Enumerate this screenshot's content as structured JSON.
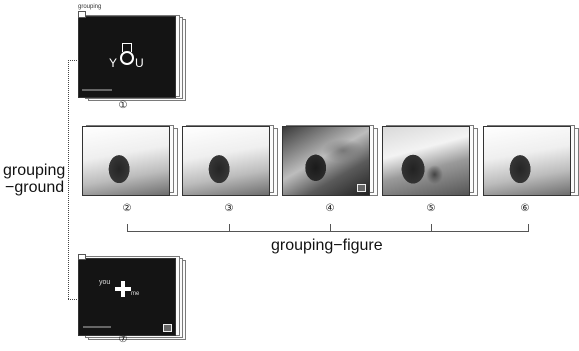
{
  "diagram": {
    "tab_label": "grouping",
    "card1": {
      "number": "①",
      "icon_text_left": "Y",
      "icon_text_right": "U"
    },
    "cards_figure": [
      {
        "number": "②"
      },
      {
        "number": "③"
      },
      {
        "number": "④"
      },
      {
        "number": "⑤"
      },
      {
        "number": "⑥"
      }
    ],
    "card7": {
      "number": "⑦",
      "text_you": "you",
      "text_me": "me"
    },
    "label_ground_line1": "grouping",
    "label_ground_line2": "−ground",
    "label_figure": "grouping−figure"
  }
}
